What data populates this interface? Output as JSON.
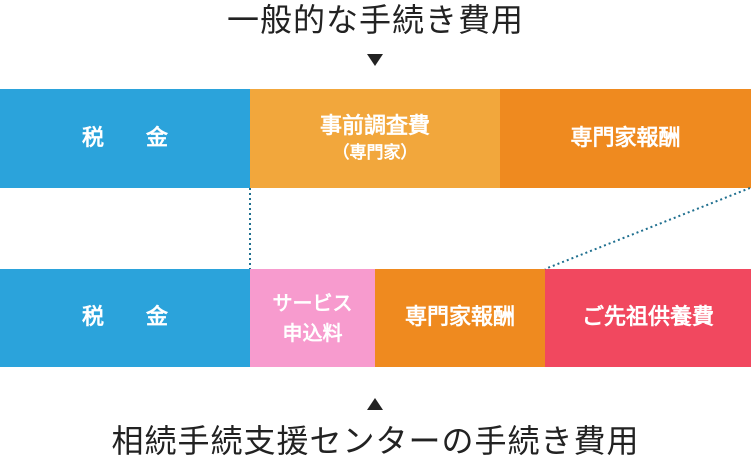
{
  "top_title": "一般的な手続き費用",
  "bottom_title": "相続手続支援センターの手続き費用",
  "top_row": {
    "tax": "税　金",
    "survey_line1": "事前調査費",
    "survey_line2": "（専門家）",
    "fee": "専門家報酬"
  },
  "bottom_row": {
    "tax": "税　金",
    "service_line1": "サービス",
    "service_line2": "申込料",
    "fee": "専門家報酬",
    "memorial": "ご先祖供養費"
  },
  "colors": {
    "tax": "#2ba3db",
    "survey": "#f2a73c",
    "fee": "#ef8a1f",
    "service": "#f79bce",
    "memorial": "#f1485f",
    "connector": "#1f6f8f"
  }
}
